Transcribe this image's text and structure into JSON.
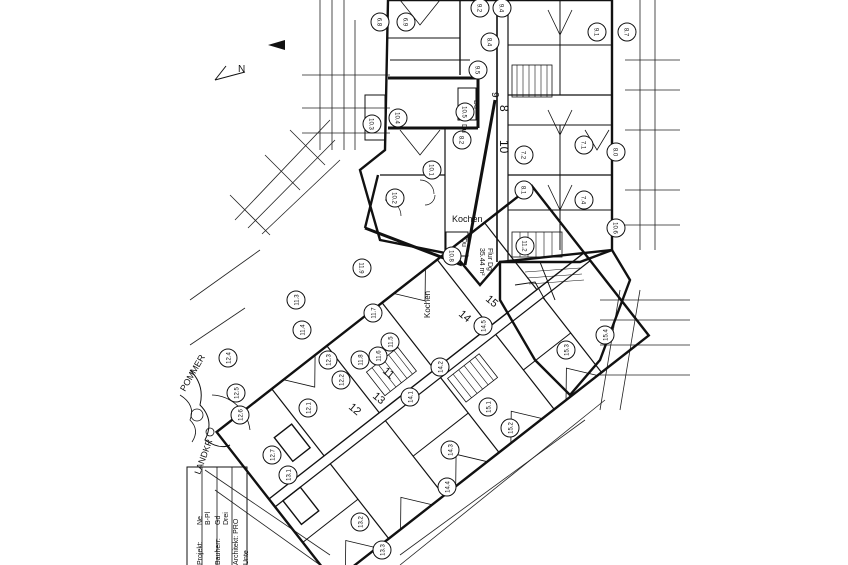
{
  "plan": {
    "north_label": "N",
    "rooms": {
      "kochen_1": "Kochen",
      "kochen_2": "Kochen",
      "du_1": "Du",
      "du_2": "Du",
      "du_3": "Du",
      "flur_area": "Flur Dg",
      "flur_area_value": "35.44 m²"
    },
    "section_numbers": {
      "n8": "8",
      "n10": "10",
      "n14": "14",
      "n15": "15",
      "n11": "11",
      "n12": "12",
      "n13": "13",
      "n9": "9"
    },
    "street_label": "POMMER",
    "street_label_2": "LANDKR",
    "title_block": {
      "projekt": "Projekt:",
      "projekt_val": "Ne",
      "projekt_val2": "B-Pl",
      "bauherr": "Bauherr:",
      "bauherr_val": "Gd",
      "bauherr_val2": "Drei",
      "architekt": "Architekt: PRO",
      "unter": "Unte"
    },
    "tags": [
      "6.8",
      "6.9",
      "9.2",
      "9.4",
      "9.1",
      "8.7",
      "9.5",
      "8.4",
      "10.3",
      "10.4",
      "10.5",
      "10.2",
      "10.1",
      "8.2",
      "7.2",
      "8.1",
      "8.0",
      "7.1",
      "7.4",
      "10.6",
      "10.8",
      "11.2",
      "11.9",
      "11.3",
      "11.7",
      "11.4",
      "11.5",
      "11.6",
      "11.8",
      "12.2",
      "12.3",
      "12.4",
      "12.5",
      "12.6",
      "12.1",
      "12.7",
      "13.1",
      "13.2",
      "13.3",
      "14.1",
      "14.2",
      "14.3",
      "14.4",
      "14.5",
      "15.1",
      "15.2",
      "15.3",
      "15.4"
    ]
  }
}
